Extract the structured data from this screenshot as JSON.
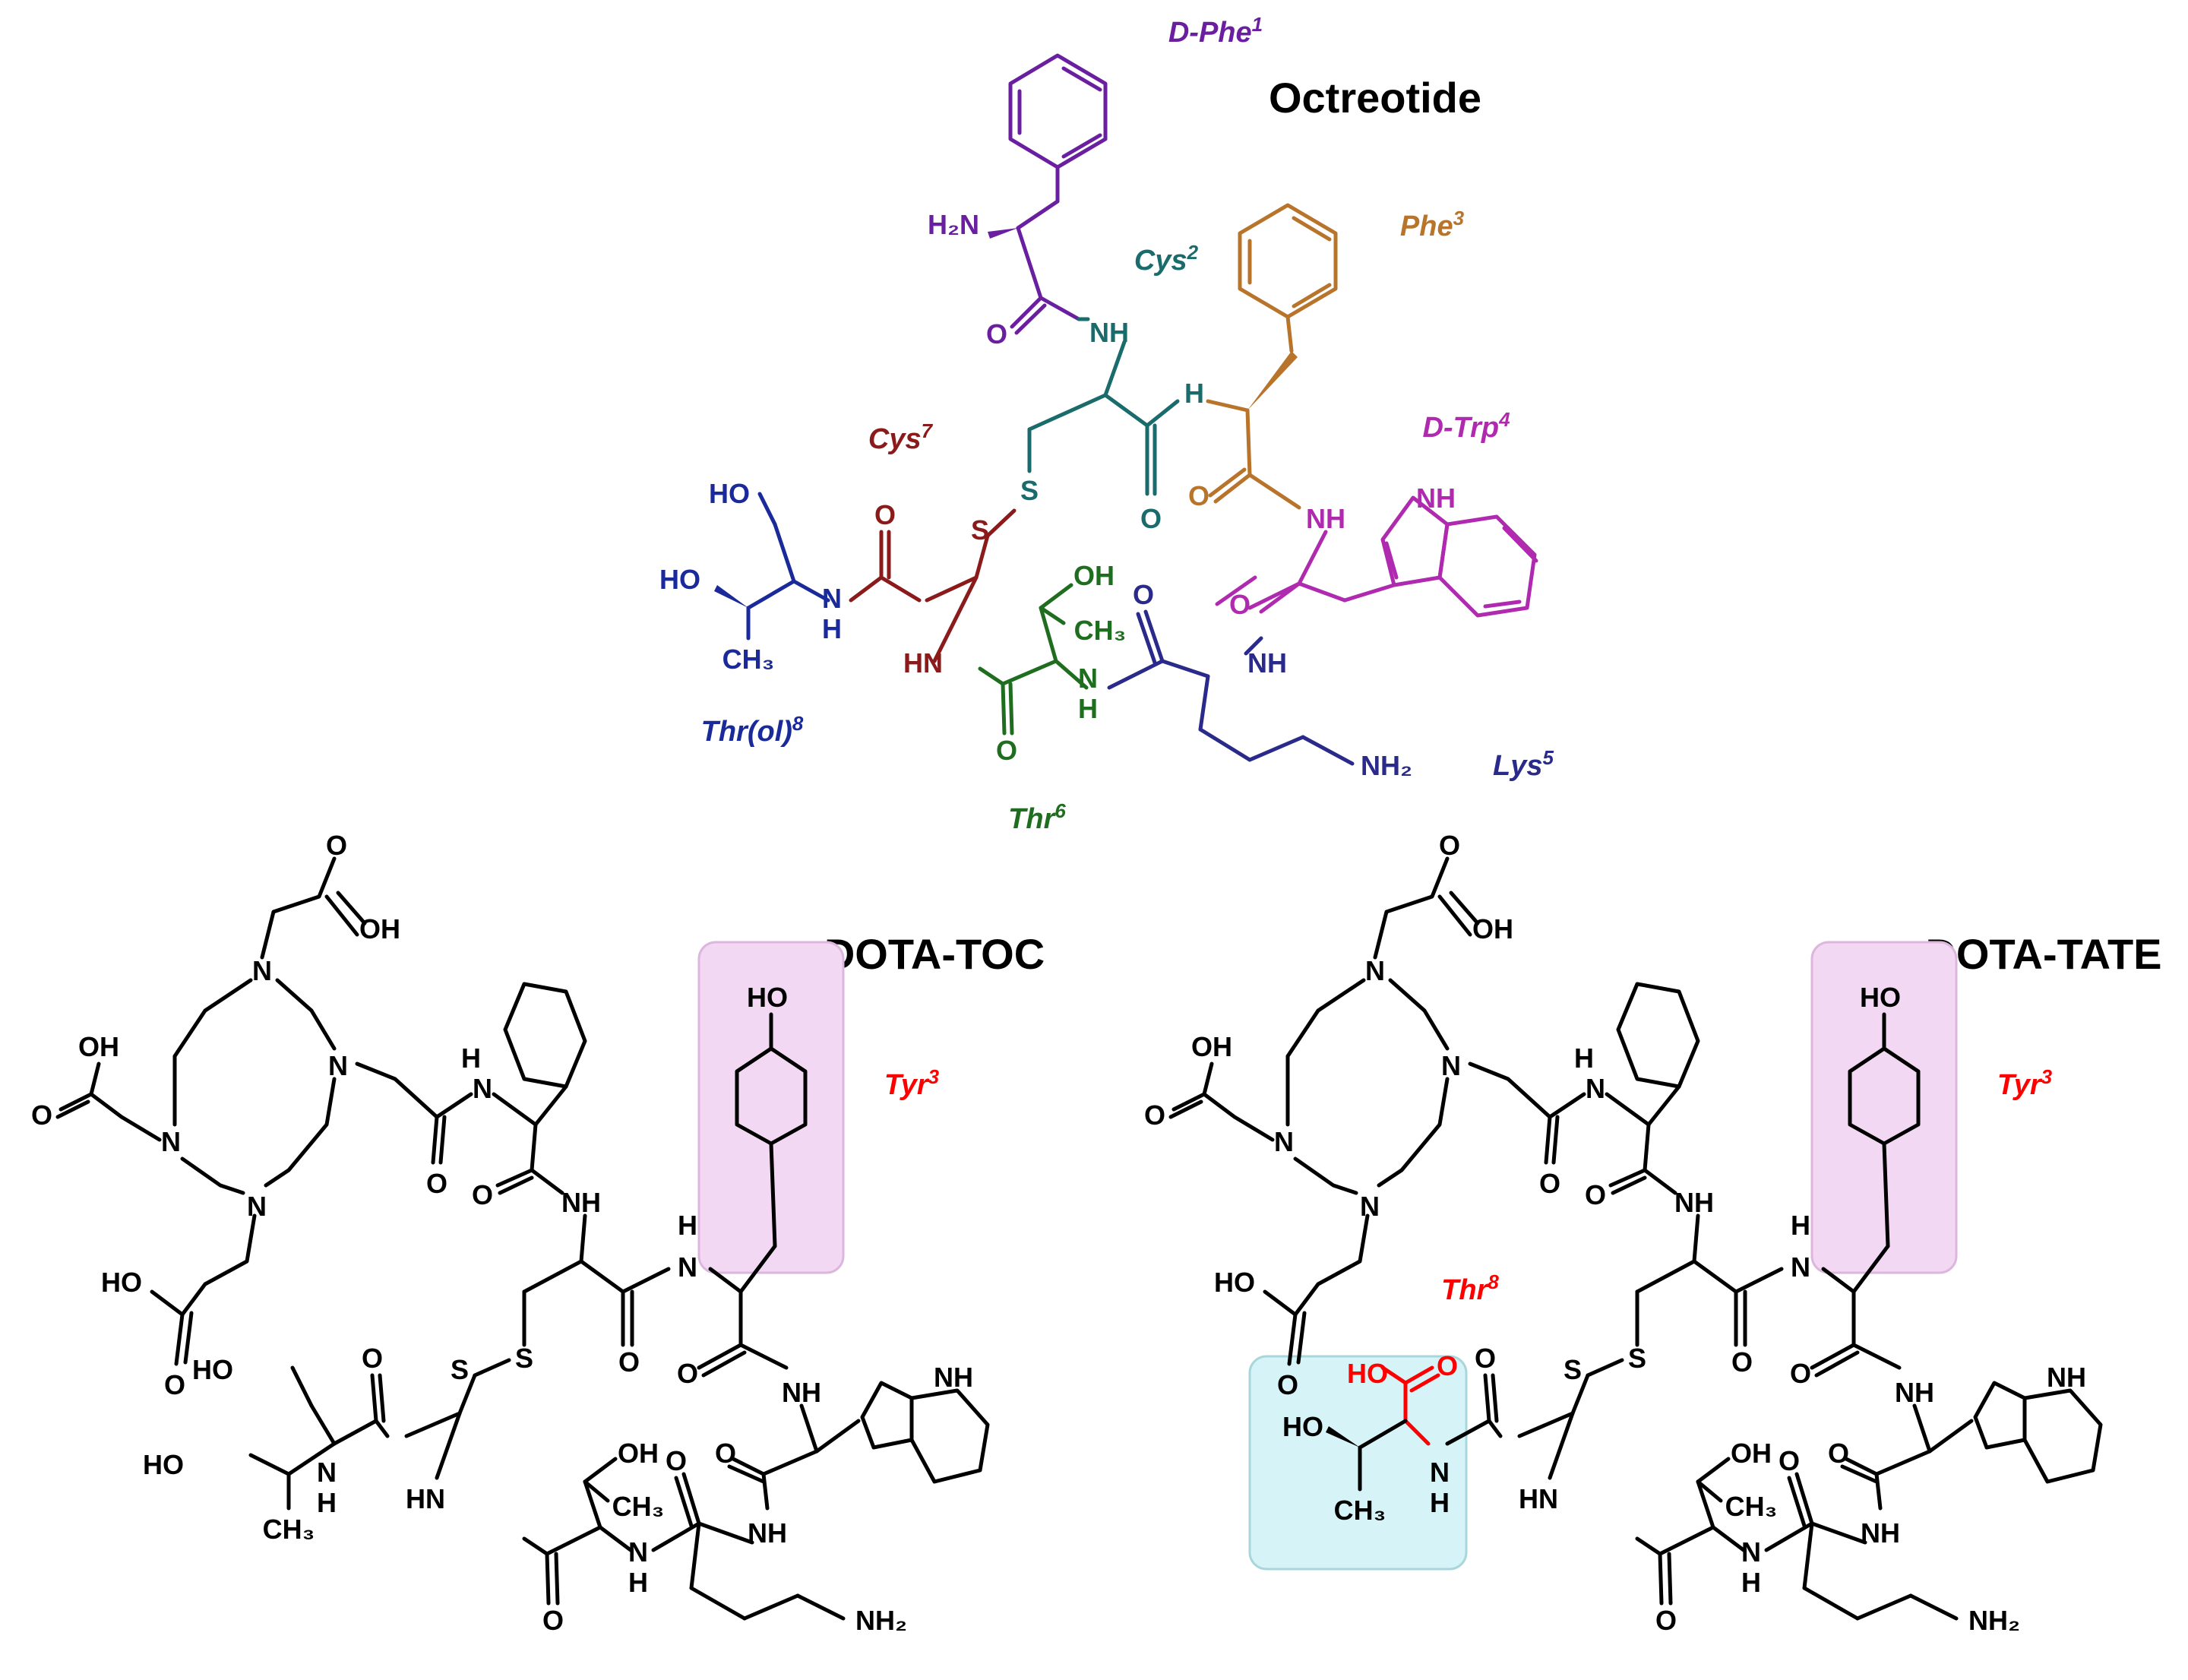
{
  "octreotide": {
    "title": "Octreotide",
    "residues": {
      "dphe1": {
        "name": "D-Phe",
        "num": "1",
        "color": "#6a1fa0"
      },
      "cys2": {
        "name": "Cys",
        "num": "2",
        "color": "#1a6b6b"
      },
      "phe3": {
        "name": "Phe",
        "num": "3",
        "color": "#b8742a"
      },
      "dtrp4": {
        "name": "D-Trp",
        "num": "4",
        "color": "#b02ab0"
      },
      "lys5": {
        "name": "Lys",
        "num": "5",
        "color": "#2a2a8a"
      },
      "thr6": {
        "name": "Thr",
        "num": "6",
        "color": "#1f6e1f"
      },
      "cys7": {
        "name": "Cys",
        "num": "7",
        "color": "#8b1a1a"
      },
      "throl8": {
        "name": "Thr(ol)",
        "num": "8",
        "color": "#1a2a9a"
      }
    },
    "atoms": {
      "h2n": "H₂N",
      "o1": "O",
      "nh1": "NH",
      "h_n": "H",
      "o2": "O",
      "o3": "O",
      "nh_trp": "NH",
      "nh_indole": "NH",
      "s1": "S",
      "s2": "S",
      "ho1": "HO",
      "ho2": "HO",
      "ch3_a": "CH₃",
      "nh_thrl": "N",
      "h_thrl": "H",
      "o_cys7": "O",
      "hn_cys7": "HN",
      "oh_thr6": "OH",
      "ch3_thr6": "CH₃",
      "o_thr6": "O",
      "nh_thr6": "N",
      "h_thr6": "H",
      "o_lys": "O",
      "nh_lys": "NH",
      "o_trp": "O",
      "nh2_lys": "NH₂"
    }
  },
  "dota_toc": {
    "title": "DOTA-TOC",
    "highlight_label": {
      "name": "Tyr",
      "num": "3"
    },
    "highlight_color": "#f3d8f3",
    "atoms": {
      "o_top": "O",
      "oh_top": "OH",
      "oh_left": "OH",
      "o_left": "O",
      "ho_low": "HO",
      "o_low": "O",
      "n1": "N",
      "n2": "N",
      "n3": "N",
      "n4": "N",
      "nh_phe": "N",
      "h_phe": "H",
      "o_amide": "O",
      "o_phe": "O",
      "nh_cys": "NH",
      "h_tyr": "H",
      "n_tyr": "N",
      "ho_tyr": "HO",
      "o_cys": "O",
      "o_tyr": "O",
      "nh_trp": "NH",
      "nh_ind": "NH",
      "s1": "S",
      "s2": "S",
      "ho_a": "HO",
      "ho_b": "HO",
      "ch3_a": "CH₃",
      "n_thr": "N",
      "h_thr": "H",
      "o_cys7": "O",
      "hn_cys7": "HN",
      "oh_thr6": "OH",
      "ch3_thr6": "CH₃",
      "o_thr6": "O",
      "n_thr6": "N",
      "h_thr6": "H",
      "o_lys": "O",
      "nh_lys": "NH",
      "o_trp2": "O",
      "nh2": "NH₂"
    }
  },
  "dota_tate": {
    "title": "DOTA-TATE",
    "highlight_label": {
      "name": "Tyr",
      "num": "3"
    },
    "thr_label": {
      "name": "Thr",
      "num": "8"
    },
    "highlight_color": "#f3d8f3",
    "thr_box_color": "#d6f4f7",
    "atoms": {
      "o_top": "O",
      "oh_top": "OH",
      "oh_left": "OH",
      "o_left": "O",
      "ho_low": "HO",
      "o_low": "O",
      "n1": "N",
      "n2": "N",
      "n3": "N",
      "n4": "N",
      "nh_phe": "N",
      "h_phe": "H",
      "o_amide": "O",
      "o_phe": "O",
      "nh_cys": "NH",
      "h_tyr": "H",
      "n_tyr": "N",
      "ho_tyr": "HO",
      "o_cys": "O",
      "o_tyr": "O",
      "nh_trp": "NH",
      "nh_ind": "NH",
      "s1": "S",
      "s2": "S",
      "ho_acid": "HO",
      "o_acid": "O",
      "ho_b": "HO",
      "ch3_a": "CH₃",
      "n_thr": "N",
      "h_thr": "H",
      "o_cys7": "O",
      "hn_cys7": "HN",
      "oh_thr6": "OH",
      "ch3_thr6": "CH₃",
      "o_thr6": "O",
      "n_thr6": "N",
      "h_thr6": "H",
      "o_lys": "O",
      "nh_lys": "NH",
      "o_trp2": "O",
      "nh2": "NH₂"
    }
  },
  "colors": {
    "bond": "#000000",
    "red_label": "#ff0000"
  }
}
